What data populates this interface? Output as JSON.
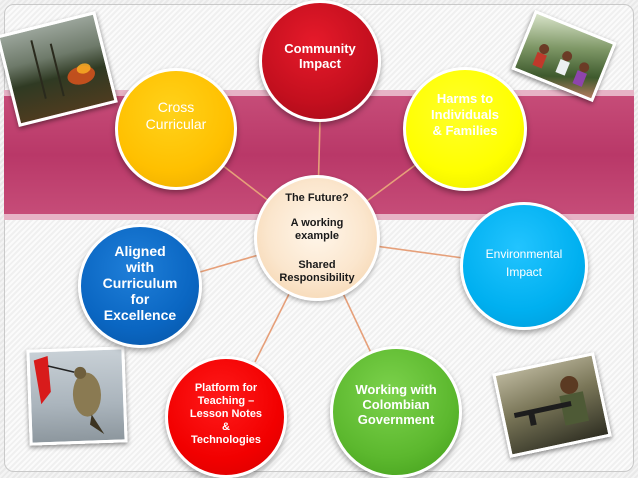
{
  "diagram": {
    "center": {
      "line1": "The Future?",
      "line2": "A working\nexample",
      "line3": "Shared\nResponsibility"
    },
    "nodes": [
      {
        "id": "community",
        "label": "Community\nImpact",
        "color": "#c30f1e"
      },
      {
        "id": "cross",
        "label": "Cross\nCurricular",
        "color": "#ffc000"
      },
      {
        "id": "harms",
        "label": "Harms to\nIndividuals\n& Families",
        "color": "#ffff00"
      },
      {
        "id": "environmental",
        "label": "Environmental\nImpact",
        "color": "#00b0f0"
      },
      {
        "id": "working",
        "label": "Working with\nColombian\nGovernment",
        "color": "#5cb82e"
      },
      {
        "id": "platform",
        "label": "Platform for\nTeaching –\nLesson Notes\n&\nTechnologies",
        "color": "#f20000"
      },
      {
        "id": "aligned",
        "label": "Aligned\nwith\nCurriculum\nfor\nExcellence",
        "color": "#0a66c2"
      }
    ],
    "band_color": "#b93868",
    "connector_color": "#e6a07a"
  },
  "photos": [
    {
      "name": "forest-fire-photo"
    },
    {
      "name": "people-gathering-photo"
    },
    {
      "name": "hummingbird-photo"
    },
    {
      "name": "child-soldier-photo"
    }
  ]
}
